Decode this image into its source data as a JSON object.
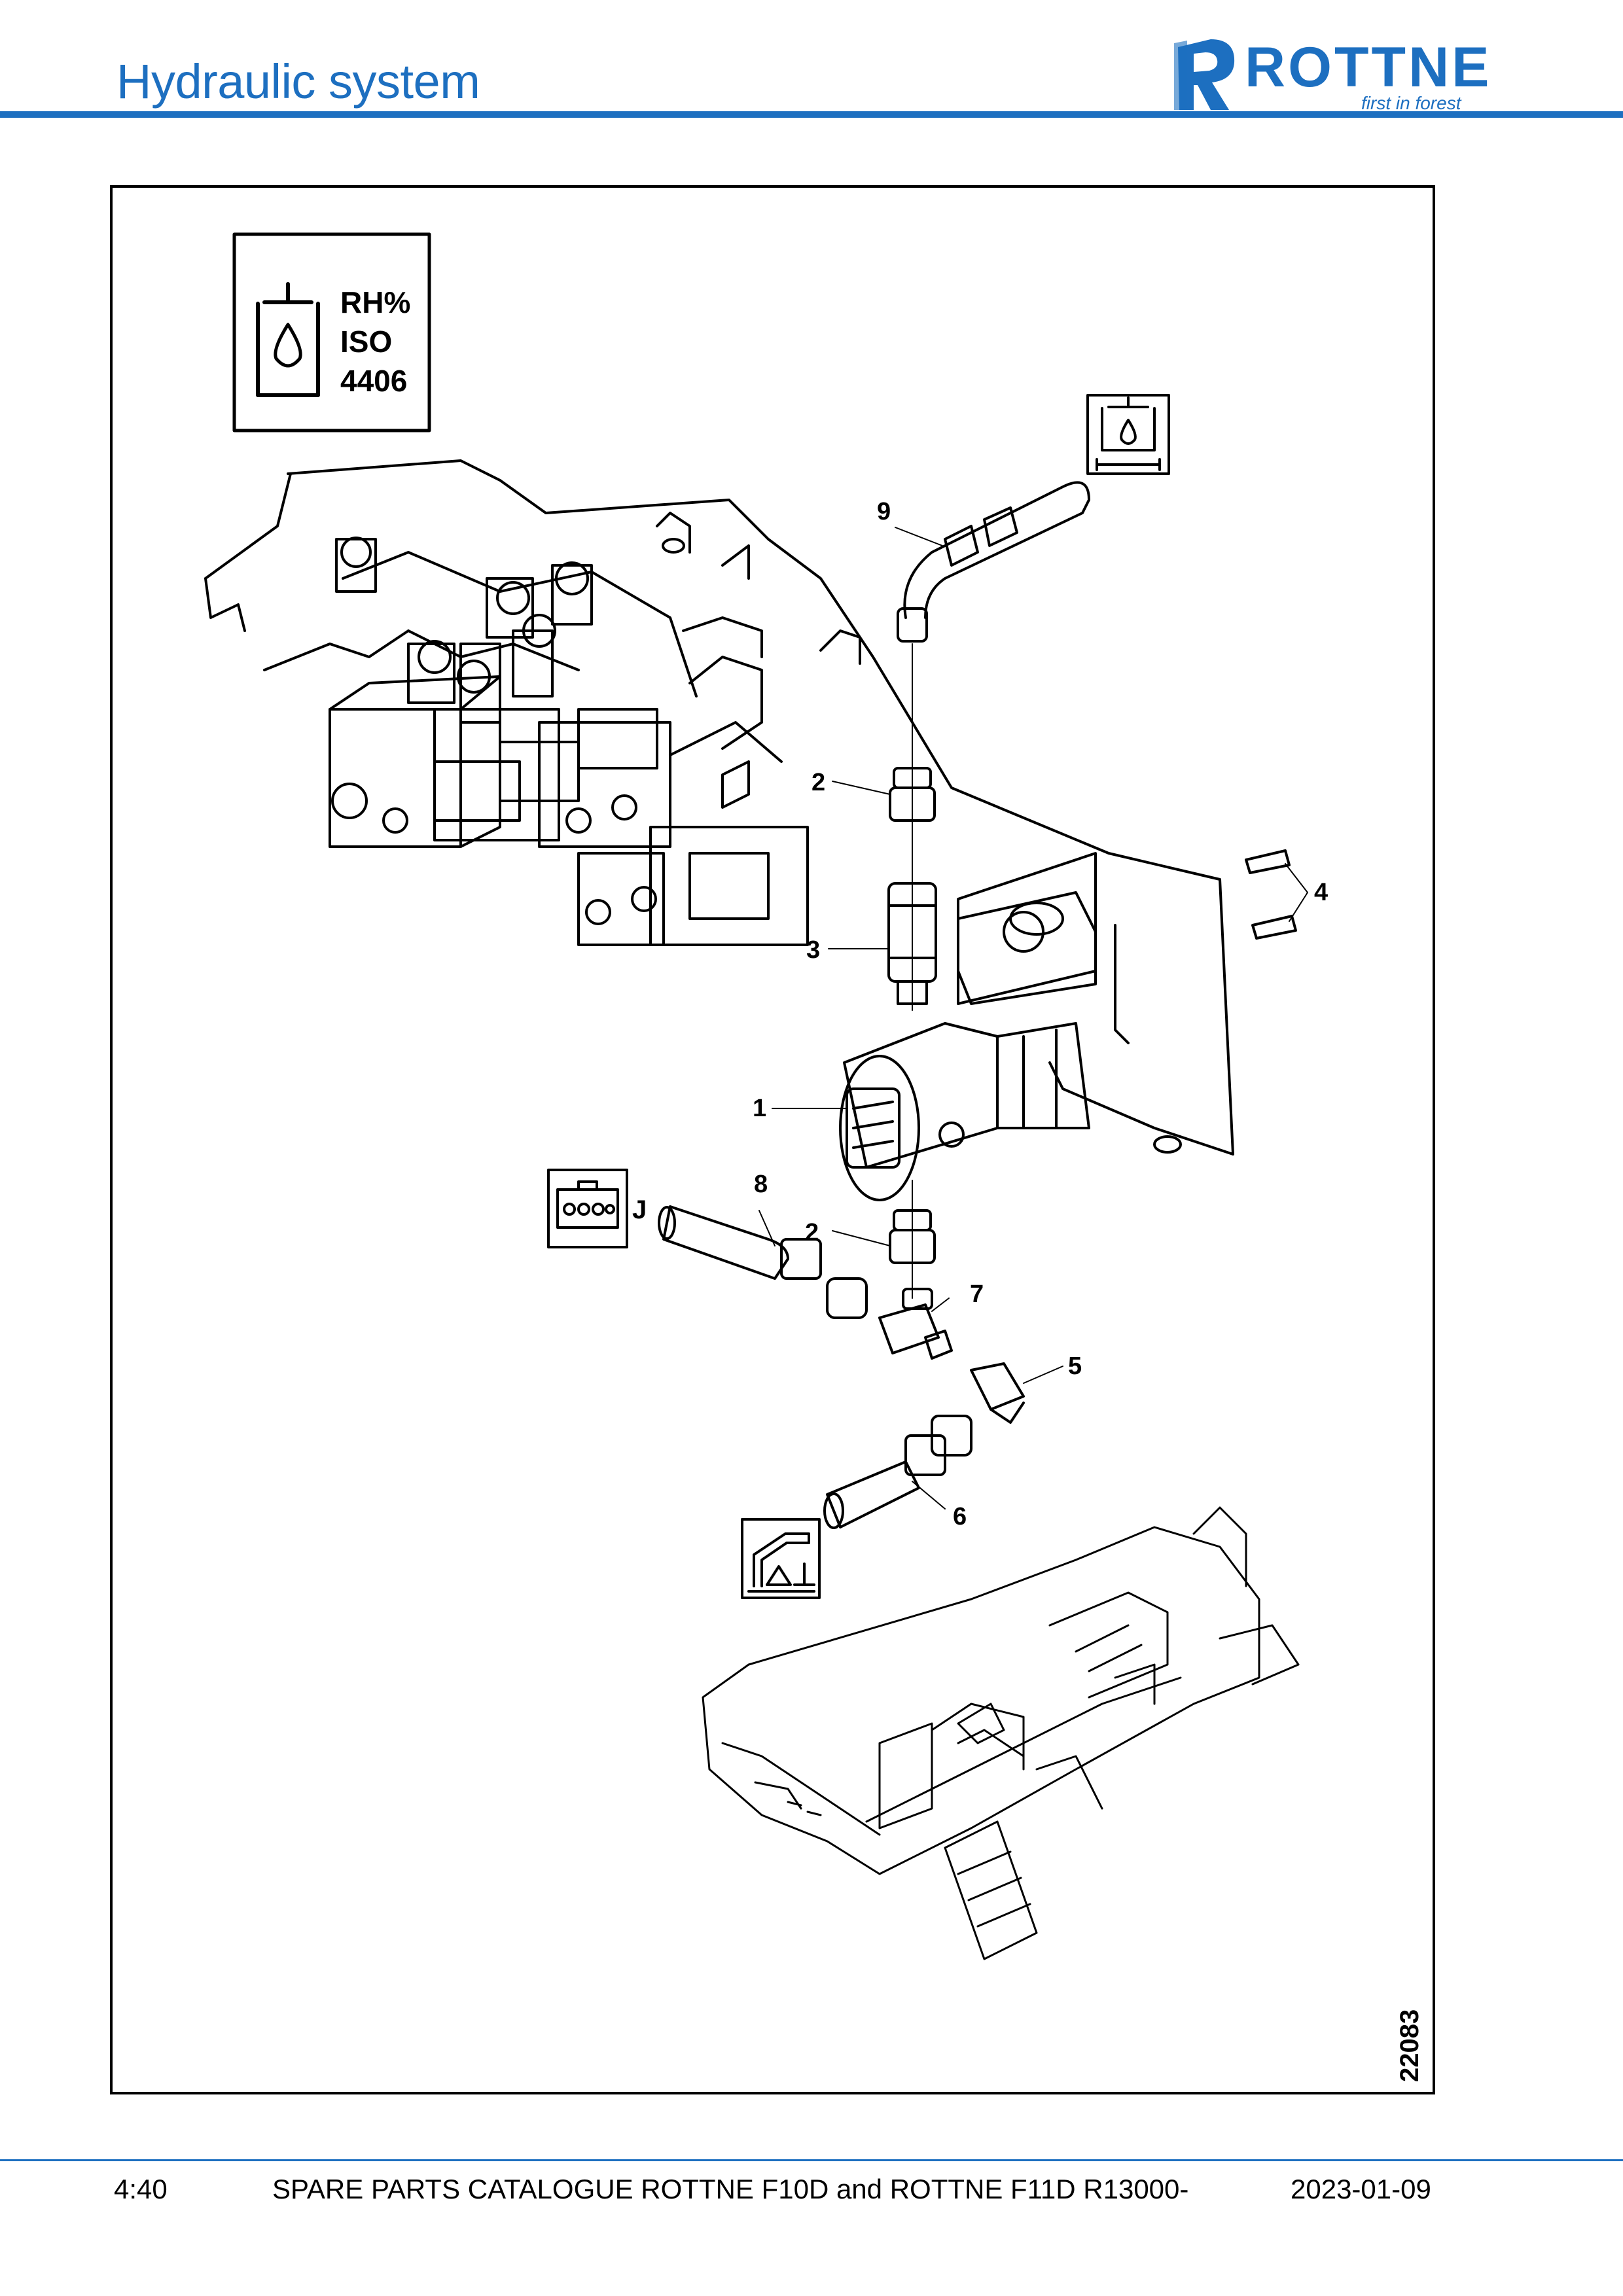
{
  "header": {
    "title": "Hydraulic system",
    "logo_name": "ROTTNE",
    "logo_tagline": "first in forest",
    "brand_color": "#1d6fc0"
  },
  "figure": {
    "symbol_box_lines": [
      "RH%",
      "ISO",
      "4406"
    ],
    "connector_letter": "J",
    "figure_number": "22083",
    "callouts": [
      "1",
      "2",
      "2",
      "3",
      "4",
      "5",
      "6",
      "7",
      "8",
      "9"
    ]
  },
  "footer": {
    "page": "4:40",
    "catalogue": "SPARE PARTS CATALOGUE ROTTNE F10D and ROTTNE F11D R13000-",
    "date": "2023-01-09"
  }
}
